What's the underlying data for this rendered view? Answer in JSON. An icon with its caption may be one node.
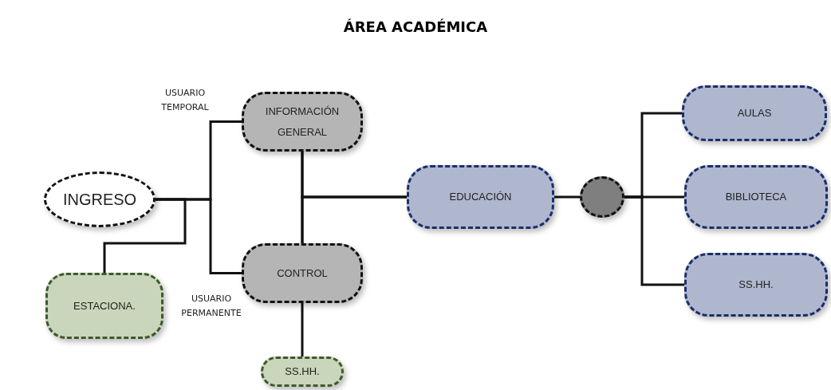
{
  "diagram": {
    "title": "ÁREA ACADÉMICA",
    "nodes": [
      {
        "text": [
          "INGRESO"
        ]
      },
      {
        "text": [
          "INFORMACIÓN GENERAL"
        ]
      },
      {
        "text": [
          "CONTROL"
        ]
      },
      {
        "text": [
          "ESTACIONA."
        ]
      },
      {
        "text": [
          "SS.HH."
        ]
      },
      {
        "text": [
          "EDUCACIÓN"
        ]
      },
      {
        "text": [],
        "shape": "circle"
      },
      {
        "text": [
          "AULAS"
        ]
      },
      {
        "text": [
          "BIBLIOTECA"
        ]
      },
      {
        "text": [
          "SS.HH."
        ]
      }
    ],
    "edges": [
      {
        "from": 0,
        "to": 1,
        "arrow": "none"
      },
      {
        "from": 0,
        "to": 2,
        "arrow": "none"
      },
      {
        "from": 0,
        "to": 3,
        "arrow": "none"
      },
      {
        "from": 1,
        "to": 2,
        "arrow": "none"
      },
      {
        "from": 1,
        "to": 5,
        "arrow": "none"
      },
      {
        "from": 2,
        "to": 5,
        "arrow": "none"
      },
      {
        "from": 2,
        "to": 4,
        "arrow": "none"
      },
      {
        "from": 5,
        "to": 6,
        "arrow": "none"
      },
      {
        "from": 6,
        "to": 7,
        "arrow": "none"
      },
      {
        "from": 6,
        "to": 8,
        "arrow": "none"
      },
      {
        "from": 6,
        "to": 9,
        "arrow": "none"
      }
    ],
    "labels": [
      "USUARIO TEMPORAL",
      "USUARIO PERMANENTE"
    ]
  }
}
